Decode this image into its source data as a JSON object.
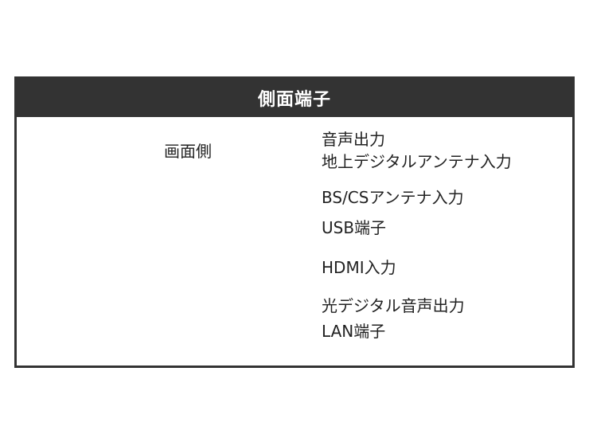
{
  "header": {
    "title": "側面端子"
  },
  "side_label": "画面側",
  "ports": [
    {
      "label": "音声出力"
    },
    {
      "label": "地上デジタルアンテナ入力"
    },
    {
      "label": "BS/CSアンテナ入力"
    },
    {
      "label": "USB端子"
    },
    {
      "label": "HDMI入力"
    },
    {
      "label": "光デジタル音声出力"
    },
    {
      "label": "LAN端子"
    }
  ],
  "colors": {
    "header_bg": "#333333",
    "highlight": "#29b6d6",
    "panel": "#111111"
  }
}
